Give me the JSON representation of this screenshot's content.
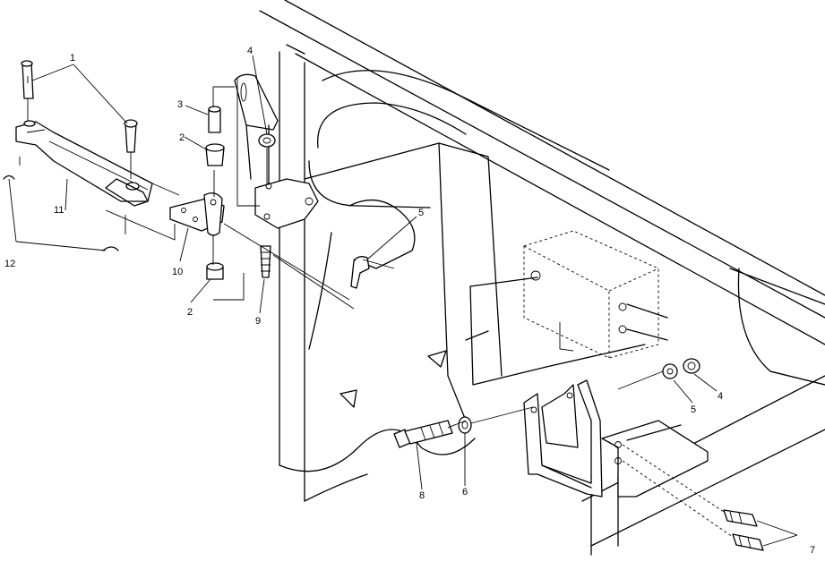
{
  "callouts": [
    {
      "id": "c1",
      "text": "1"
    },
    {
      "id": "c2a",
      "text": "2"
    },
    {
      "id": "c2b",
      "text": "2"
    },
    {
      "id": "c3",
      "text": "3"
    },
    {
      "id": "c4a",
      "text": "4"
    },
    {
      "id": "c4b",
      "text": "4"
    },
    {
      "id": "c5a",
      "text": "5"
    },
    {
      "id": "c5b",
      "text": "5"
    },
    {
      "id": "c6",
      "text": "6"
    },
    {
      "id": "c7",
      "text": "7"
    },
    {
      "id": "c8",
      "text": "8"
    },
    {
      "id": "c9",
      "text": "9"
    },
    {
      "id": "c10",
      "text": "10"
    },
    {
      "id": "c11",
      "text": "11"
    },
    {
      "id": "c12",
      "text": "12"
    }
  ],
  "colors": {
    "line": "#000000",
    "background": "#ffffff"
  }
}
